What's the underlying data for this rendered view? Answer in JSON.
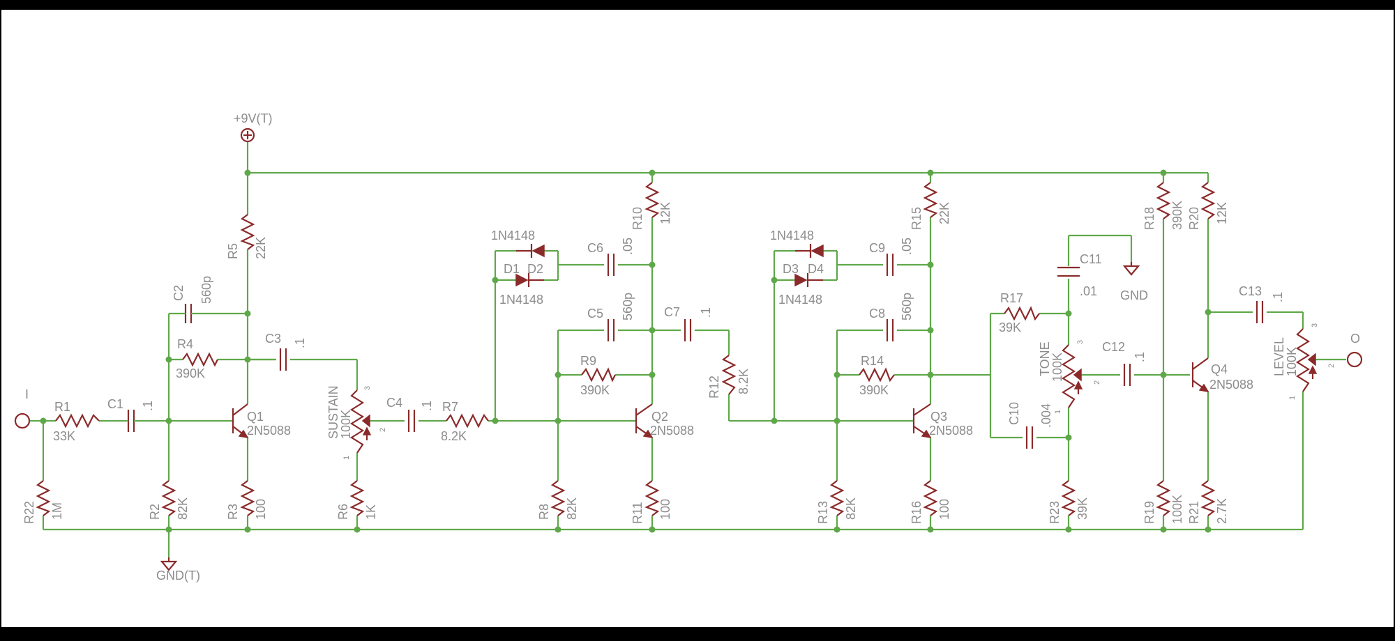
{
  "supply_label": "+9V(T)",
  "ground_main": "GND(T)",
  "ground_tone": "GND",
  "input_label": "I",
  "output_label": "O",
  "resistors": {
    "r1": {
      "ref": "R1",
      "value": "33K"
    },
    "r2": {
      "ref": "R2",
      "value": "82K"
    },
    "r3": {
      "ref": "R3",
      "value": "100"
    },
    "r4": {
      "ref": "R4",
      "value": "390K"
    },
    "r5": {
      "ref": "R5",
      "value": "22K"
    },
    "r6": {
      "ref": "R6",
      "value": "1K"
    },
    "r7": {
      "ref": "R7",
      "value": "8.2K"
    },
    "r8": {
      "ref": "R8",
      "value": "82K"
    },
    "r9": {
      "ref": "R9",
      "value": "390K"
    },
    "r10": {
      "ref": "R10",
      "value": "12K"
    },
    "r11": {
      "ref": "R11",
      "value": "100"
    },
    "r12": {
      "ref": "R12",
      "value": "8.2K"
    },
    "r13": {
      "ref": "R13",
      "value": "82K"
    },
    "r14": {
      "ref": "R14",
      "value": "390K"
    },
    "r15": {
      "ref": "R15",
      "value": "22K"
    },
    "r16": {
      "ref": "R16",
      "value": "100"
    },
    "r17": {
      "ref": "R17",
      "value": "39K"
    },
    "r18": {
      "ref": "R18",
      "value": "390K"
    },
    "r19": {
      "ref": "R19",
      "value": "100K"
    },
    "r20": {
      "ref": "R20",
      "value": "12K"
    },
    "r21": {
      "ref": "R21",
      "value": "2.7K"
    },
    "r22": {
      "ref": "R22",
      "value": "1M"
    },
    "r23": {
      "ref": "R23",
      "value": "39K"
    }
  },
  "capacitors": {
    "c1": {
      "ref": "C1",
      "value": ".1"
    },
    "c2": {
      "ref": "C2",
      "value": "560p"
    },
    "c3": {
      "ref": "C3",
      "value": ".1"
    },
    "c4": {
      "ref": "C4",
      "value": ".1"
    },
    "c5": {
      "ref": "C5",
      "value": "560p"
    },
    "c6": {
      "ref": "C6",
      "value": ".05"
    },
    "c7": {
      "ref": "C7",
      "value": ".1"
    },
    "c8": {
      "ref": "C8",
      "value": "560p"
    },
    "c9": {
      "ref": "C9",
      "value": ".05"
    },
    "c10": {
      "ref": "C10",
      "value": ".004"
    },
    "c11": {
      "ref": "C11",
      "value": ".01"
    },
    "c12": {
      "ref": "C12",
      "value": ".1"
    },
    "c13": {
      "ref": "C13",
      "value": ".1"
    }
  },
  "transistors": {
    "q1": {
      "ref": "Q1",
      "part": "2N5088"
    },
    "q2": {
      "ref": "Q2",
      "part": "2N5088"
    },
    "q3": {
      "ref": "Q3",
      "part": "2N5088"
    },
    "q4": {
      "ref": "Q4",
      "part": "2N5088"
    }
  },
  "diodes": {
    "d1": {
      "ref": "D1",
      "part": "1N4148"
    },
    "d2": {
      "ref": "D2",
      "part": "1N4148"
    },
    "d3": {
      "ref": "D3",
      "part": "1N4148"
    },
    "d4": {
      "ref": "D4",
      "part": "1N4148"
    }
  },
  "pots": {
    "sustain": {
      "name": "SUSTAIN",
      "value": "100K"
    },
    "tone": {
      "name": "TONE",
      "value": "100K"
    },
    "level": {
      "name": "LEVEL",
      "value": "100K"
    }
  },
  "pin_numbers": {
    "p1": "1",
    "p2": "2",
    "p3": "3"
  },
  "colors": {
    "wire": "#5fa84a",
    "part": "#8b2a2a",
    "text": "#8c8c8c",
    "sheet": "#ffffff",
    "frame": "#000000"
  }
}
